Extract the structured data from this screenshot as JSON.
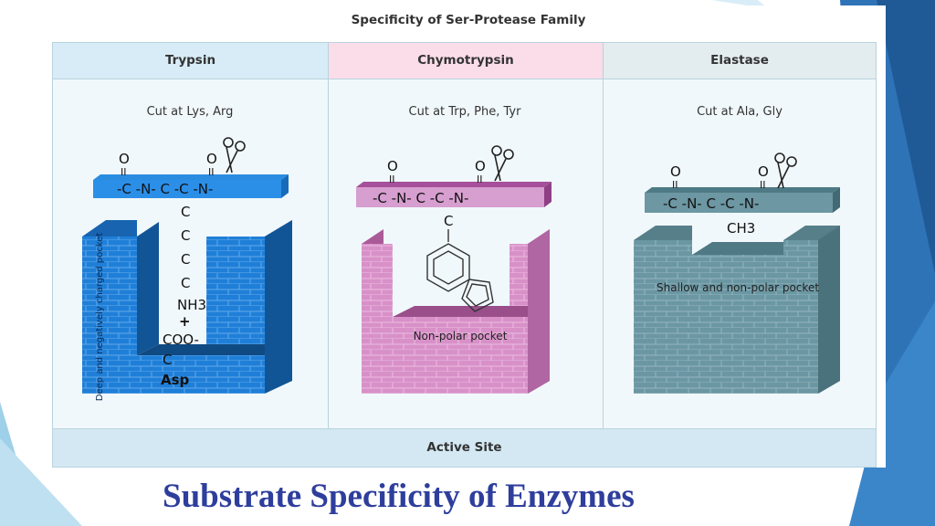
{
  "slide_title": "Substrate Specificity of Enzymes",
  "figure": {
    "title": "Specificity of Ser-Protease Family",
    "footer": "Active Site",
    "columns": [
      {
        "name": "Trypsin",
        "cut_text": "Cut at Lys, Arg",
        "backbone": "-C -N- C -C -N-",
        "side_chain": [
          "C",
          "C",
          "C",
          "C",
          "NH3",
          "+",
          "COO-",
          "C",
          "Asp"
        ],
        "pocket_label": "Deep and negatively charged pocket"
      },
      {
        "name": "Chymotrypsin",
        "cut_text": "Cut at Trp, Phe, Tyr",
        "backbone": "-C -N- C -C -N-",
        "side_chain": [
          "C"
        ],
        "pocket_label": "Non-polar pocket"
      },
      {
        "name": "Elastase",
        "cut_text": "Cut at Ala, Gly",
        "backbone": "-C -N- C -C -N-",
        "side_chain": [
          "CH3"
        ],
        "pocket_label": "Shallow and non-polar pocket"
      }
    ],
    "colors": {
      "trypsin": "#1f7fd8",
      "chymotrypsin": "#c86fb5",
      "elastase": "#5d8c99",
      "title_blue": "#2e3e9c"
    }
  }
}
